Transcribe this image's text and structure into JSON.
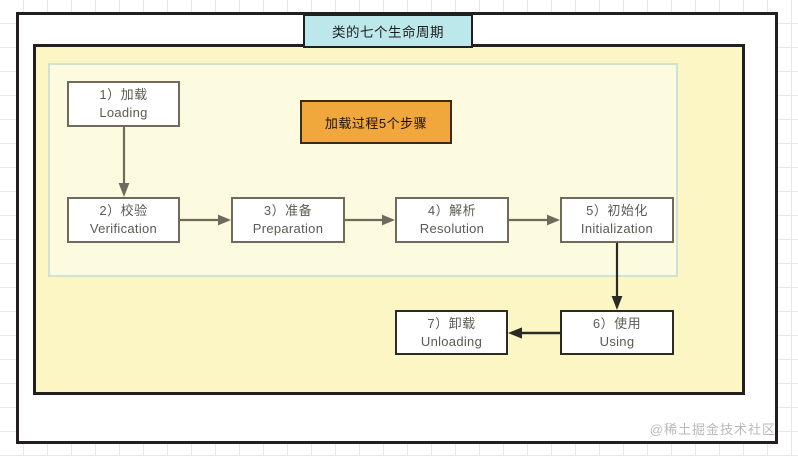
{
  "diagram": {
    "title_box": {
      "label": "类的七个生命周期"
    },
    "callout_box": {
      "label": "加载过程5个步骤"
    },
    "nodes": [
      {
        "id": "loading",
        "cn": "1）加载",
        "en": "Loading"
      },
      {
        "id": "verification",
        "cn": "2）校验",
        "en": "Verification"
      },
      {
        "id": "preparation",
        "cn": "3）准备",
        "en": "Preparation"
      },
      {
        "id": "resolution",
        "cn": "4）解析",
        "en": "Resolution"
      },
      {
        "id": "initialization",
        "cn": "5）初始化",
        "en": "Initialization"
      },
      {
        "id": "using",
        "cn": "6）使用",
        "en": "Using"
      },
      {
        "id": "unloading",
        "cn": "7）卸载",
        "en": "Unloading"
      }
    ],
    "watermark": "@稀土掘金技术社区",
    "colors": {
      "title_fill": "#bce8ec",
      "callout_fill": "#f0a73c",
      "panel_fill": "#fcf6c4",
      "inner_panel_fill": "#fdfbdf",
      "inner_panel_border": "#cfe3d4",
      "frame_border": "#231f20",
      "node_text": "#5b5b52",
      "arrow": "#6f6a5c",
      "arrow_dark": "#2b2b26",
      "watermark": "#b9b9b9",
      "grid": "#e8e8e8"
    }
  }
}
